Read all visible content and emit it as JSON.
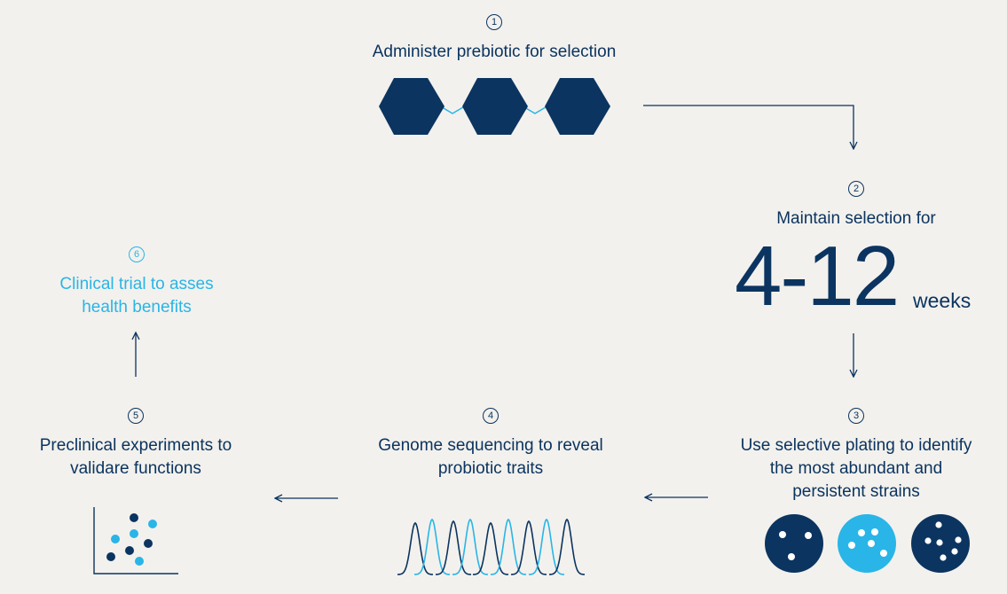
{
  "steps": [
    {
      "number": "1",
      "lines": [
        "Administer prebiotic for selection"
      ]
    },
    {
      "number": "2",
      "lines": [
        "Maintain selection for"
      ]
    },
    {
      "number": "3",
      "lines": [
        "Use selective plating to identify",
        "the most abundant and",
        "persistent strains"
      ]
    },
    {
      "number": "4",
      "lines": [
        "Genome sequencing to reveal",
        "probiotic traits"
      ]
    },
    {
      "number": "5",
      "lines": [
        "Preclinical experiments to",
        "validare functions"
      ]
    },
    {
      "number": "6",
      "lines": [
        "Clinical trial to asses",
        "health benefits"
      ]
    }
  ],
  "duration": {
    "value": "4-12",
    "unit": "weeks"
  },
  "colors": {
    "navy": "#0b3460",
    "cyan": "#29b5e8",
    "background": "#f3f1ed"
  },
  "icons": {
    "step1": "hexagon-chain-icon",
    "step3": "petri-dish-icon",
    "step4": "sequencing-peaks-icon",
    "step5": "scatter-plot-icon"
  }
}
